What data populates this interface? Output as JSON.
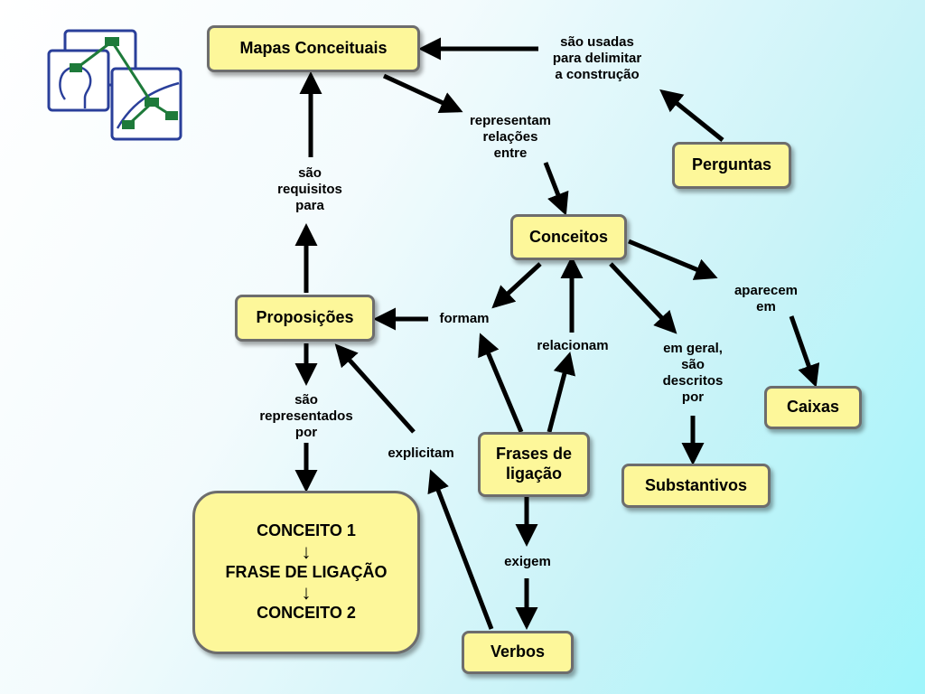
{
  "concepts": {
    "mapas": "Mapas Conceituais",
    "perguntas": "Perguntas",
    "conceitos": "Conceitos",
    "proposicoes": "Proposições",
    "frases": "Frases de ligação",
    "caixas": "Caixas",
    "substantivos": "Substantivos",
    "verbos": "Verbos"
  },
  "example_box": {
    "line1": "CONCEITO 1",
    "arrow1": "↓",
    "line2": "FRASE DE LIGAÇÃO",
    "arrow2": "↓",
    "line3": "CONCEITO 2"
  },
  "links": {
    "sao_usadas": [
      "são usadas",
      "para delimitar",
      "a construção"
    ],
    "representam": [
      "representam",
      "relações",
      "entre"
    ],
    "sao_requisitos": [
      "são",
      "requisitos",
      "para"
    ],
    "formam": "formam",
    "relacionam": "relacionam",
    "aparecem": [
      "aparecem",
      "em"
    ],
    "em_geral": [
      "em geral,",
      "são",
      "descritos",
      "por"
    ],
    "sao_representados": [
      "são",
      "representados",
      "por"
    ],
    "explicitam": "explicitam",
    "exigem": "exigem"
  },
  "colors": {
    "node_fill": "#fdf79a",
    "node_border": "#6d6d6d",
    "arrow": "#000000",
    "logo_border": "#2a3f9a",
    "logo_green": "#1e7a3a"
  }
}
